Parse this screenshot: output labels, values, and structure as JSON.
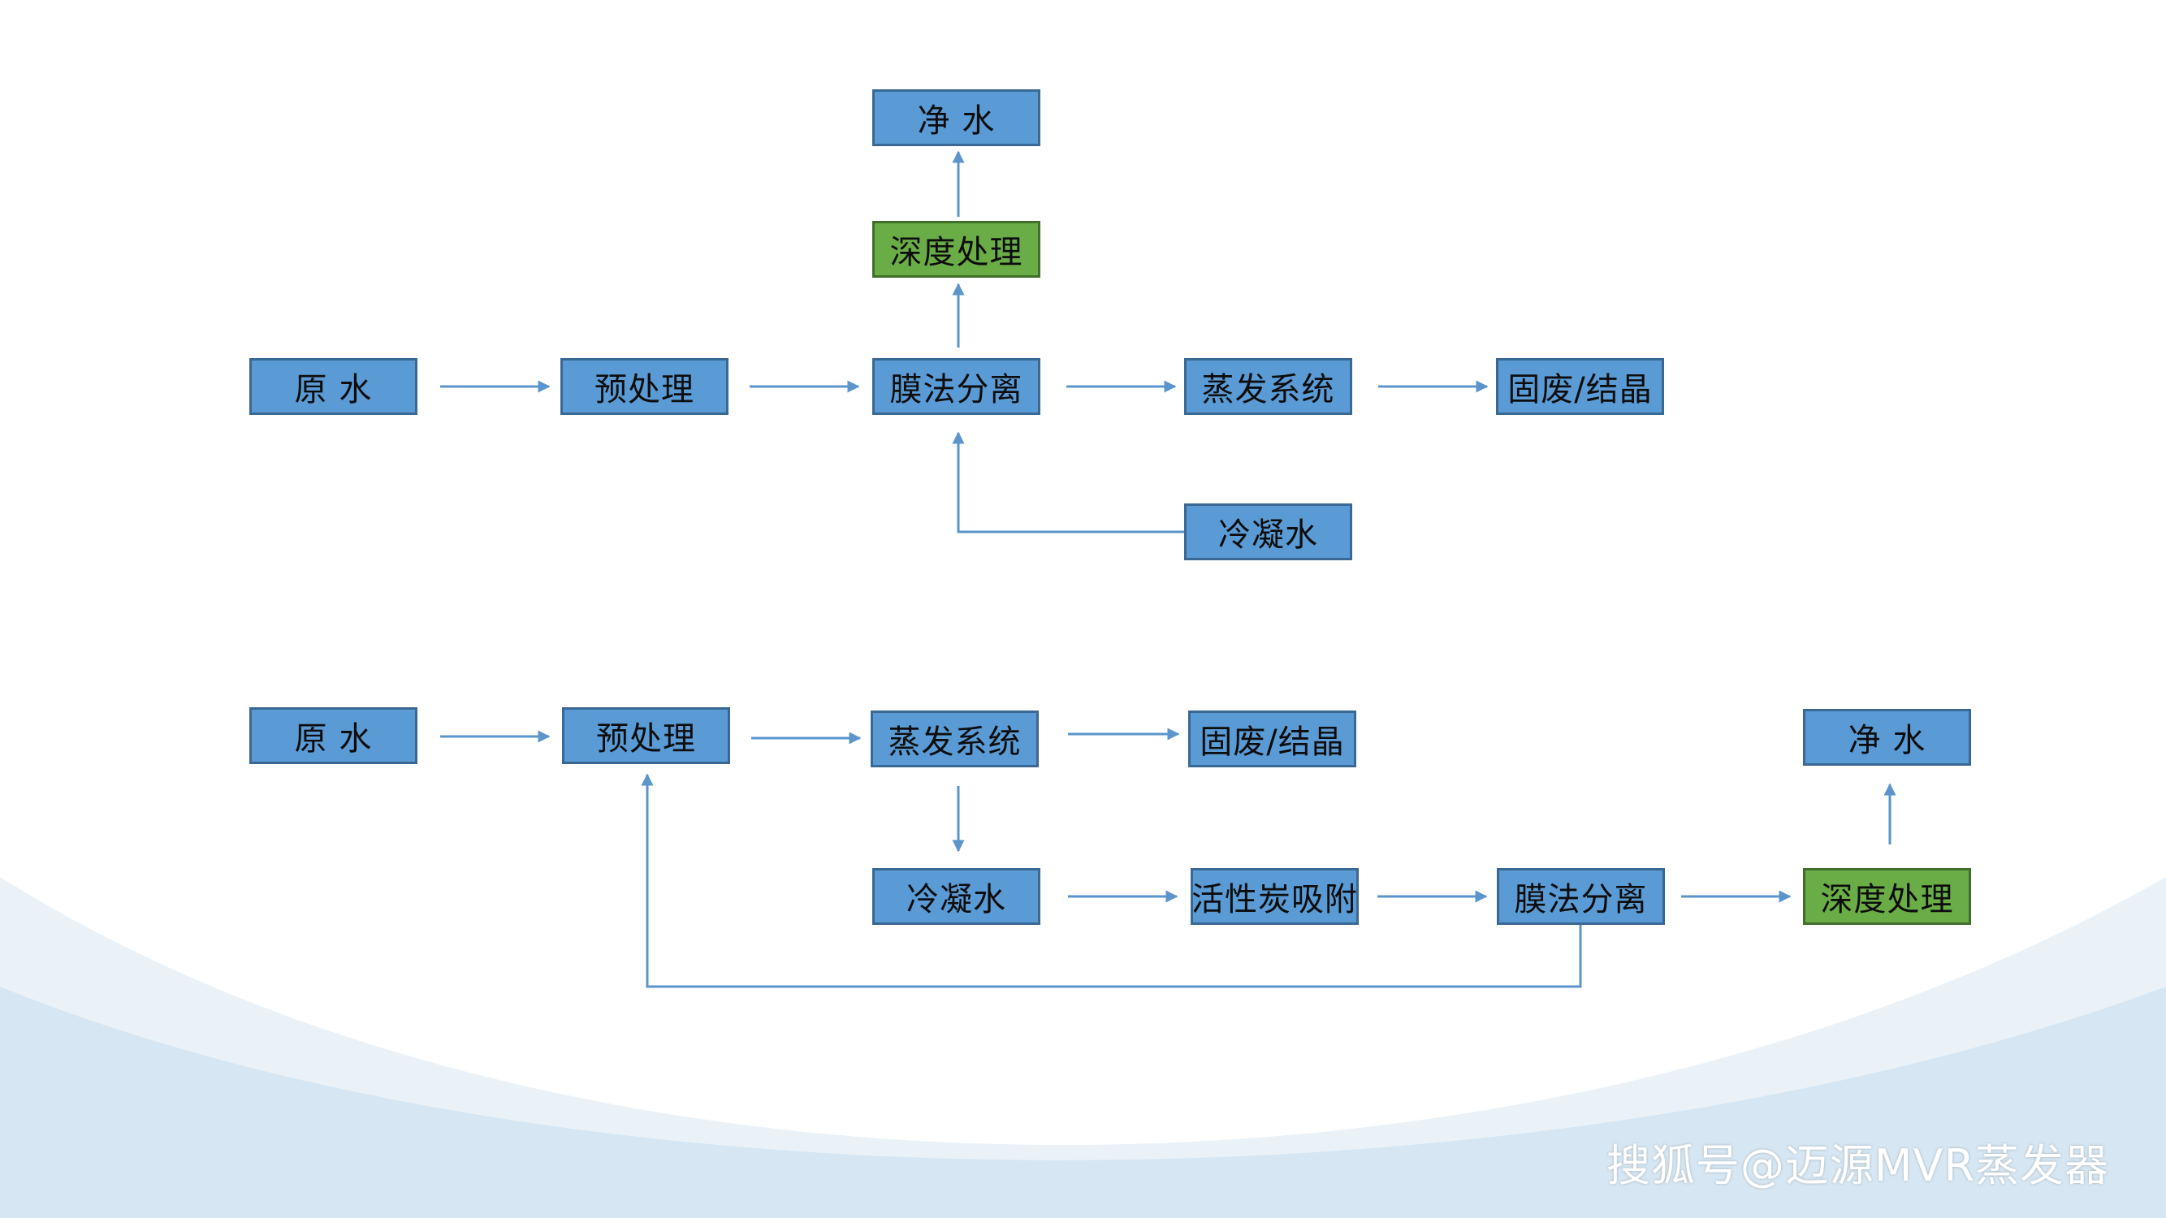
{
  "colors": {
    "node_blue": "#5a9bd5",
    "node_green": "#6aad47",
    "node_border": "#3a6894",
    "arrow": "#5b95cc",
    "wave_outer": "#eaf2f8",
    "wave_inner": "#d4e6f2"
  },
  "flow1": {
    "nodes": {
      "raw_water": "原 水",
      "pretreatment": "预处理",
      "membrane": "膜法分离",
      "evaporation": "蒸发系统",
      "solid_waste": "固废/结晶",
      "deep_treatment": "深度处理",
      "clean_water": "净 水",
      "condensate": "冷凝水"
    }
  },
  "flow2": {
    "nodes": {
      "raw_water": "原 水",
      "pretreatment": "预处理",
      "evaporation": "蒸发系统",
      "solid_waste": "固废/结晶",
      "condensate": "冷凝水",
      "carbon_adsorption": "活性炭吸附",
      "membrane": "膜法分离",
      "deep_treatment": "深度处理",
      "clean_water": "净 水"
    }
  },
  "watermark": "搜狐号@迈源MVR蒸发器"
}
